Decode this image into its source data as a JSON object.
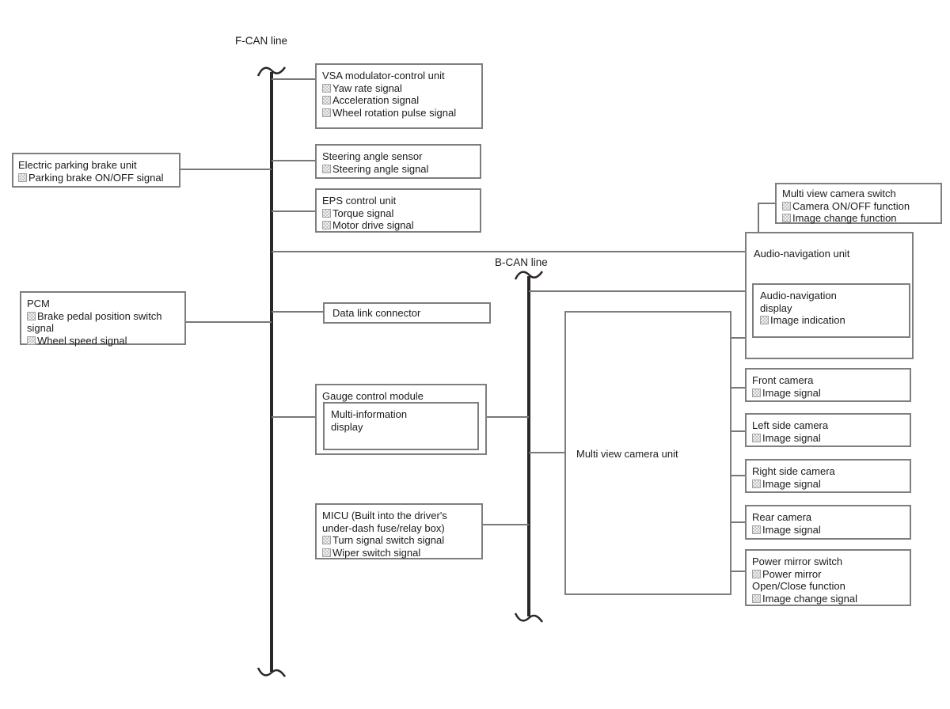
{
  "labels": {
    "f_can": "F-CAN line",
    "b_can": "B-CAN line"
  },
  "nodes": {
    "vsa": {
      "title": "VSA modulator-control unit",
      "items": [
        "Yaw rate signal",
        "Acceleration signal",
        "Wheel rotation pulse signal"
      ]
    },
    "parking_brake": {
      "title": "Electric parking brake unit",
      "items": [
        "Parking brake ON/OFF signal"
      ]
    },
    "steering": {
      "title": "Steering angle sensor",
      "items": [
        "Steering angle signal"
      ]
    },
    "eps": {
      "title": "EPS control unit",
      "items": [
        "Torque signal",
        "Motor drive signal"
      ]
    },
    "pcm": {
      "title": "PCM",
      "items": [
        "Brake pedal position switch signal",
        "Wheel speed signal"
      ]
    },
    "dlc": {
      "title": "Data link connector",
      "items": []
    },
    "gauge": {
      "title": "Gauge control module",
      "inner": "Multi-information display"
    },
    "micu": {
      "title": "MICU (Built into the driver's under-dash fuse/relay box)",
      "items": [
        "Turn signal switch signal",
        "Wiper switch signal"
      ]
    },
    "camera_unit": {
      "title": "Multi view camera unit"
    },
    "camera_switch": {
      "title": "Multi view camera switch",
      "items": [
        "Camera ON/OFF function",
        "Image change function"
      ]
    },
    "audio_nav": {
      "title": "Audio-navigation unit",
      "display_title": "Audio-navigation display",
      "display_items": [
        "Image indication"
      ]
    },
    "front_camera": {
      "title": "Front camera",
      "items": [
        "Image signal"
      ]
    },
    "left_camera": {
      "title": "Left side camera",
      "items": [
        "Image signal"
      ]
    },
    "right_camera": {
      "title": "Right side camera",
      "items": [
        "Image signal"
      ]
    },
    "rear_camera": {
      "title": "Rear camera",
      "items": [
        "Image signal"
      ]
    },
    "mirror_switch": {
      "title": "Power mirror switch",
      "items": [
        "Power mirror Open/Close function",
        "Image change signal"
      ]
    }
  },
  "colors": {
    "trunk_line": "#2b2627",
    "connector_line": "#787878",
    "box_border": "#7e7e7e",
    "text": "#1b1b1b"
  }
}
